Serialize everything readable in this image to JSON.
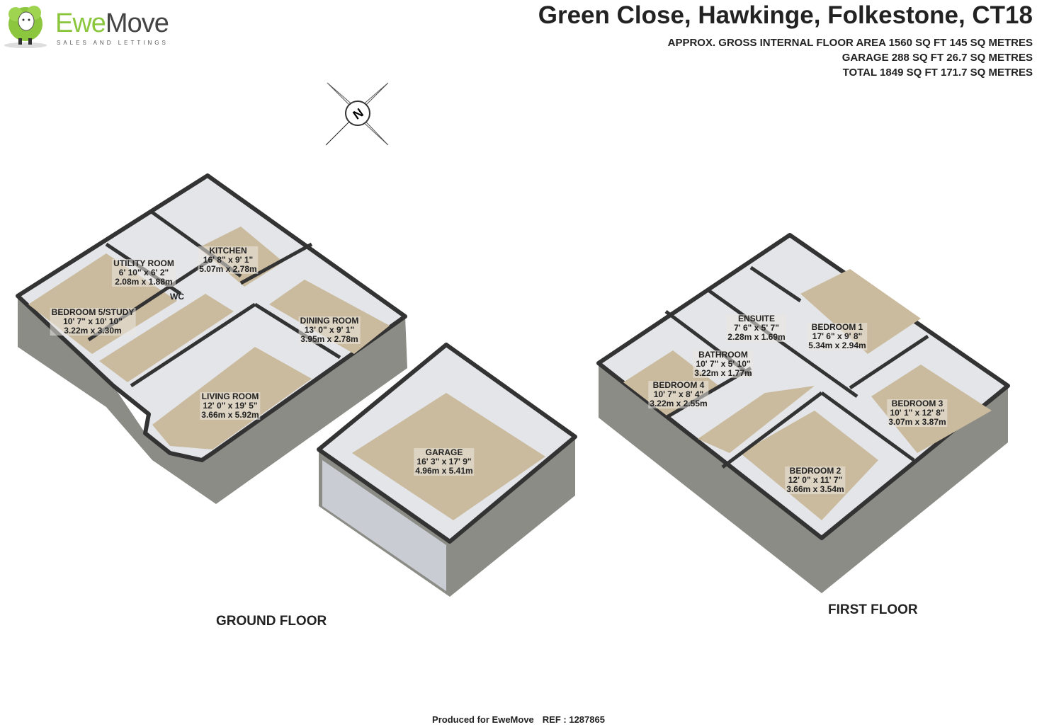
{
  "brand": {
    "logo_word_1": "Ewe",
    "logo_word_2": "Move",
    "tagline": "SALES AND LETTINGS"
  },
  "header": {
    "title": "Green Close, Hawkinge, Folkestone, CT18",
    "areas": [
      "APPROX. GROSS INTERNAL FLOOR AREA 1560 SQ FT 145 SQ METRES",
      "GARAGE 288 SQ FT 26.7 SQ METRES",
      "TOTAL 1849 SQ FT 171.7 SQ METRES"
    ]
  },
  "compass": {
    "label": "N"
  },
  "ground_floor": {
    "label": "GROUND FLOOR",
    "rooms": [
      {
        "name": "KITCHEN",
        "imperial": "16' 8\" x 9' 1\"",
        "metric": "5.07m x 2.78m"
      },
      {
        "name": "UTILITY ROOM",
        "imperial": "6' 10\" x 6' 2\"",
        "metric": "2.08m x 1.88m"
      },
      {
        "name": "WC"
      },
      {
        "name": "BEDROOM 5/STUDY",
        "imperial": "10' 7\" x 10' 10\"",
        "metric": "3.22m x 3.30m"
      },
      {
        "name": "DINING ROOM",
        "imperial": "13' 0\" x 9' 1\"",
        "metric": "3.95m x 2.78m"
      },
      {
        "name": "LIVING ROOM",
        "imperial": "12' 0\" x 19' 5\"",
        "metric": "3.66m x 5.92m"
      },
      {
        "name": "GARAGE",
        "imperial": "16' 3\" x 17' 9\"",
        "metric": "4.96m x 5.41m"
      }
    ]
  },
  "first_floor": {
    "label": "FIRST FLOOR",
    "rooms": [
      {
        "name": "ENSUITE",
        "imperial": "7' 6\" x 5' 7\"",
        "metric": "2.28m x 1.69m"
      },
      {
        "name": "BEDROOM 1",
        "imperial": "17' 6\" x 9' 8\"",
        "metric": "5.34m x 2.94m"
      },
      {
        "name": "BATHROOM",
        "imperial": "10' 7\" x 5' 10\"",
        "metric": "3.22m x 1.77m"
      },
      {
        "name": "BEDROOM 4",
        "imperial": "10' 7\" x 8' 4\"",
        "metric": "3.22m x 2.55m"
      },
      {
        "name": "BEDROOM 3",
        "imperial": "10' 1\" x 12' 8\"",
        "metric": "3.07m x 3.87m"
      },
      {
        "name": "BEDROOM 2",
        "imperial": "12' 0\" x 11' 7\"",
        "metric": "3.66m x 3.54m"
      }
    ]
  },
  "footer": {
    "produced": "Produced for EweMove",
    "ref": "REF : 1287865"
  },
  "colors": {
    "brand_green": "#8cc63e",
    "floor": "#cbbb9e",
    "wall": "#e3e5e9",
    "brick": "#8b8c86",
    "wall_top": "#333333"
  }
}
